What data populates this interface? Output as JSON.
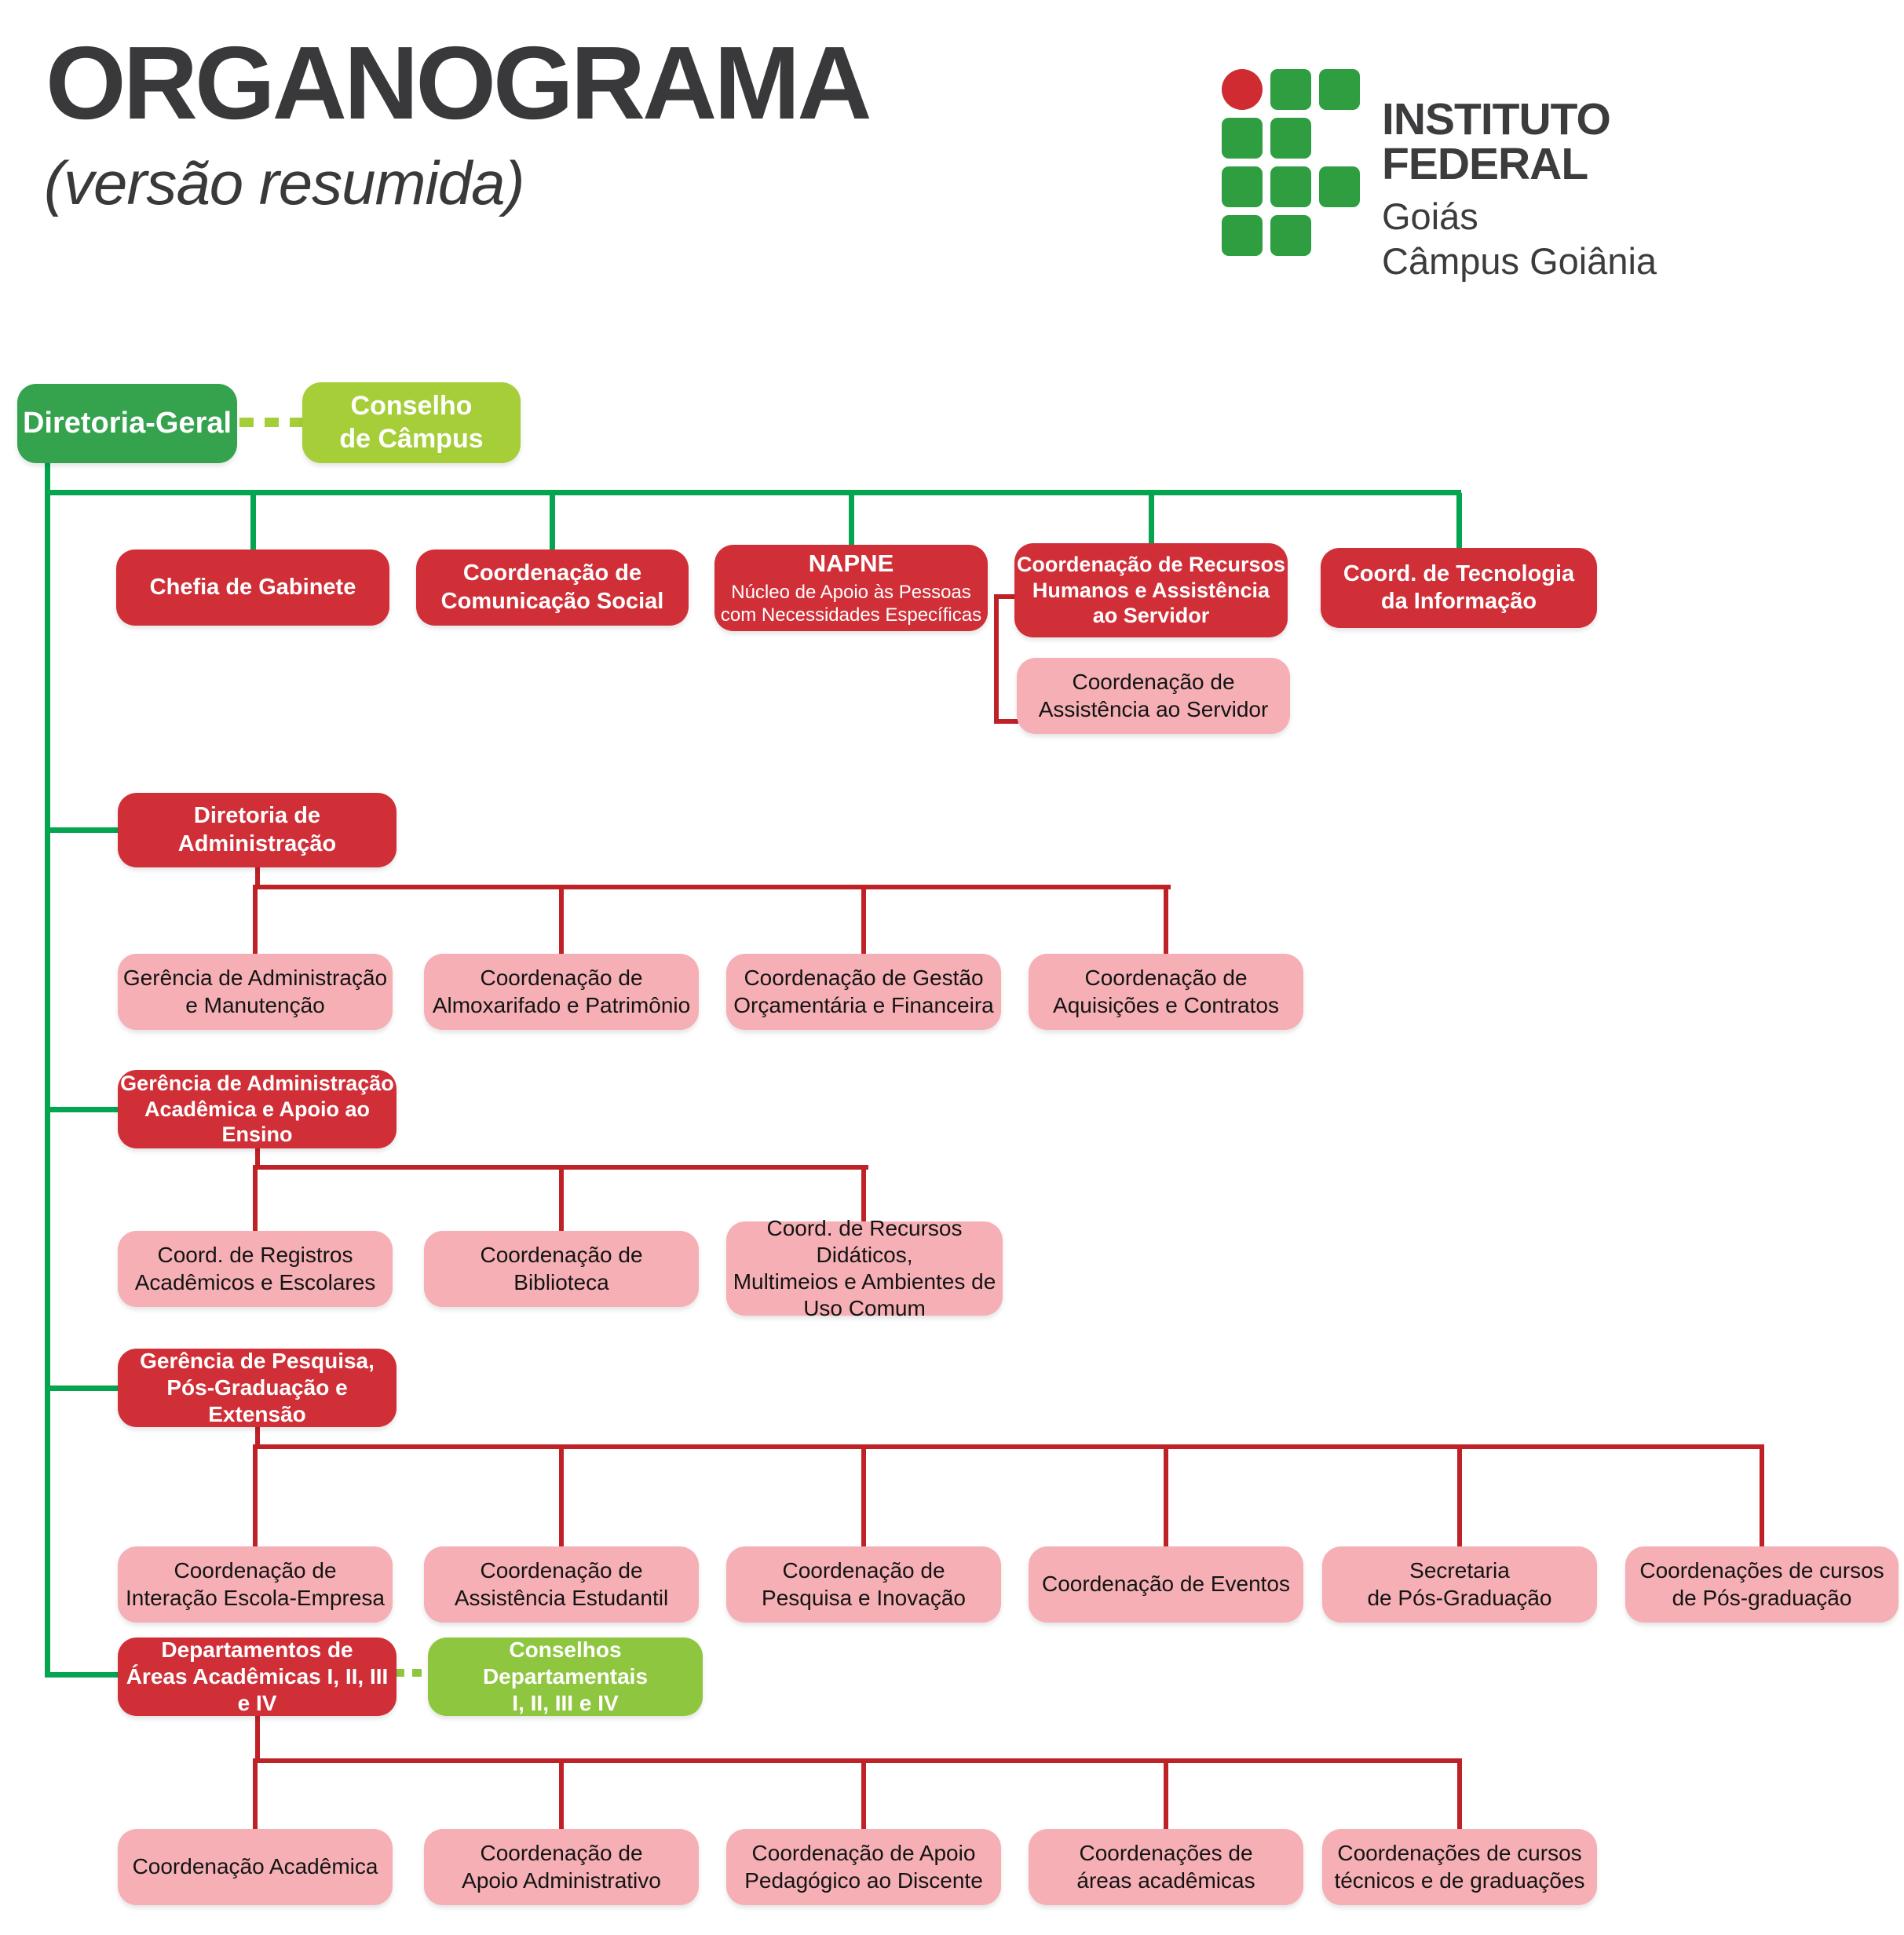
{
  "page": {
    "title": "ORGANOGRAMA",
    "subtitle": "(versão resumida)"
  },
  "logo": {
    "name": "INSTITUTO FEDERAL",
    "state": "Goiás",
    "campus": "Câmpus Goiânia",
    "green": "#2f9e41",
    "red": "#cf2b30"
  },
  "colors": {
    "box_green": "#35a24e",
    "box_light_green": "#a6ce39",
    "box_light_green_2": "#8fc63f",
    "box_red": "#d02f38",
    "box_pink": "#f5afb5",
    "line_green": "#04a451",
    "line_red": "#be2126"
  },
  "nodes": {
    "diretoria_geral": "Diretoria-Geral",
    "conselho_campus": "Conselho\nde Câmpus",
    "chefia_gabinete": "Chefia de Gabinete",
    "comunicacao_social": "Coordenação de\nComunicação Social",
    "napne_title": "NAPNE",
    "napne_subtitle": "Núcleo de Apoio às Pessoas\ncom Necessidades Específicas",
    "recursos_humanos": "Coordenação de Recursos\nHumanos e Assistência\nao Servidor",
    "tecnologia_informacao": "Coord. de Tecnologia\nda Informação",
    "assistencia_servidor": "Coordenação de\nAssistência ao Servidor",
    "diretoria_administracao": "Diretoria de\nAdministração",
    "gerencia_adm_manutencao": "Gerência de Administração\ne Manutenção",
    "almoxarifado_patrimonio": "Coordenação de\nAlmoxarifado e Patrimônio",
    "gestao_orcamentaria": "Coordenação de Gestão\nOrçamentária e Financeira",
    "aquisicoes_contratos": "Coordenação de\nAquisições e Contratos",
    "gerencia_adm_academica": "Gerência de Administração\nAcadêmica e Apoio ao Ensino",
    "registros_academicos": "Coord. de Registros\nAcadêmicos e Escolares",
    "biblioteca": "Coordenação de\nBiblioteca",
    "recursos_didaticos": "Coord. de Recursos Didáticos,\nMultimeios e Ambientes de\nUso Comum",
    "gerencia_pesquisa": "Gerência de Pesquisa,\nPós-Graduação e Extensão",
    "interacao_escola_empresa": "Coordenação de\nInteração Escola-Empresa",
    "assistencia_estudantil": "Coordenação de\nAssistência Estudantil",
    "pesquisa_inovacao": "Coordenação de\nPesquisa e Inovação",
    "eventos": "Coordenação de Eventos",
    "secretaria_pos_graduacao": "Secretaria\nde Pós-Graduação",
    "coordenacoes_cursos_pos": "Coordenações de cursos\nde Pós-graduação",
    "departamentos_areas": "Departamentos de\nÁreas Acadêmicas I, II, III e IV",
    "conselhos_departamentais": "Conselhos Departamentais\nI, II, III e IV",
    "coordenacao_academica": "Coordenação Acadêmica",
    "apoio_administrativo": "Coordenação de\nApoio Administrativo",
    "apoio_pedagogico": "Coordenação de Apoio\nPedagógico ao Discente",
    "coordenacoes_areas_academicas": "Coordenações de\náreas acadêmicas",
    "coordenacoes_cursos_tecnicos": "Coordenações de cursos\ntécnicos e de graduações"
  }
}
